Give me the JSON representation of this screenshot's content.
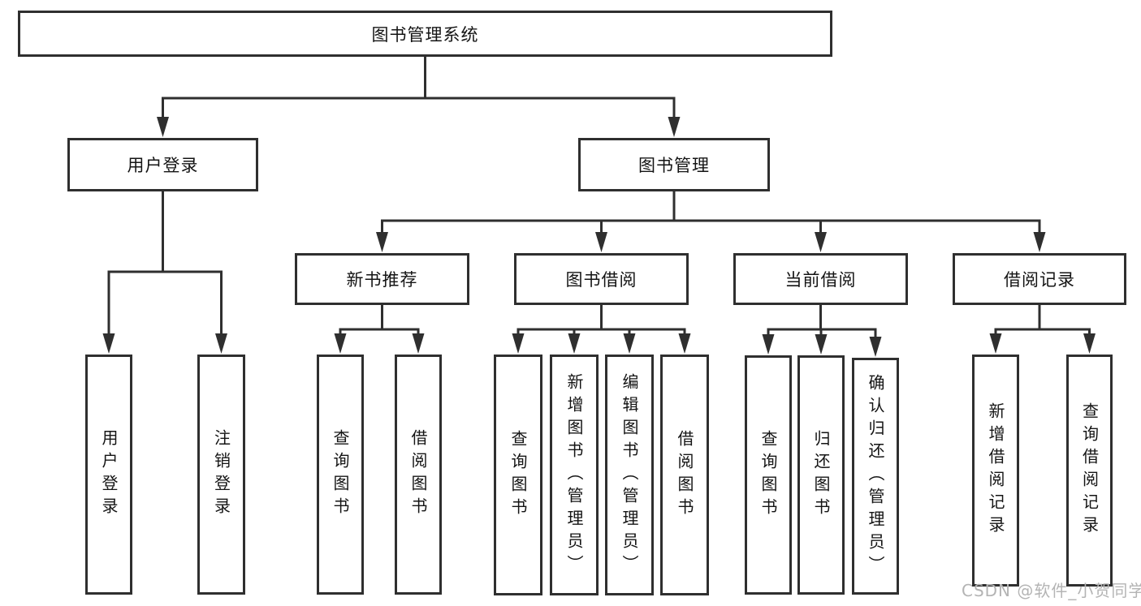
{
  "diagram": {
    "type": "hierarchy-flowchart",
    "title": "图书管理系统",
    "watermark": "CSDN @软件_小贺同学",
    "colors": {
      "line": "#2f2f2f",
      "box_fill": "#ffffff",
      "text": "#141414",
      "watermark": "#b4b4b4",
      "background": "#ffffff"
    },
    "root": {
      "id": "root",
      "label": "图书管理系统",
      "children": [
        {
          "id": "user-login",
          "label": "用户登录",
          "children": [
            {
              "id": "user-login-op",
              "label": "用户登录"
            },
            {
              "id": "logout",
              "label": "注销登录"
            }
          ]
        },
        {
          "id": "book-mgmt",
          "label": "图书管理",
          "children": [
            {
              "id": "new-book-rec",
              "label": "新书推荐",
              "children": [
                {
                  "id": "query-books-1",
                  "label": "查询图书"
                },
                {
                  "id": "borrow-books-1",
                  "label": "借阅图书"
                }
              ]
            },
            {
              "id": "book-borrow",
              "label": "图书借阅",
              "children": [
                {
                  "id": "query-books-2",
                  "label": "查询图书"
                },
                {
                  "id": "add-book-admin",
                  "label": "新增图书（管理员）"
                },
                {
                  "id": "edit-book-admin",
                  "label": "编辑图书（管理员）"
                },
                {
                  "id": "borrow-books-2",
                  "label": "借阅图书"
                }
              ]
            },
            {
              "id": "current-borrow",
              "label": "当前借阅",
              "children": [
                {
                  "id": "query-books-3",
                  "label": "查询图书"
                },
                {
                  "id": "return-books",
                  "label": "归还图书"
                },
                {
                  "id": "confirm-return-admin",
                  "label": "确认归还（管理员）"
                }
              ]
            },
            {
              "id": "borrow-records",
              "label": "借阅记录",
              "children": [
                {
                  "id": "add-borrow-record",
                  "label": "新增借阅记录"
                },
                {
                  "id": "query-borrow-record",
                  "label": "查询借阅记录"
                }
              ]
            }
          ]
        }
      ]
    }
  }
}
